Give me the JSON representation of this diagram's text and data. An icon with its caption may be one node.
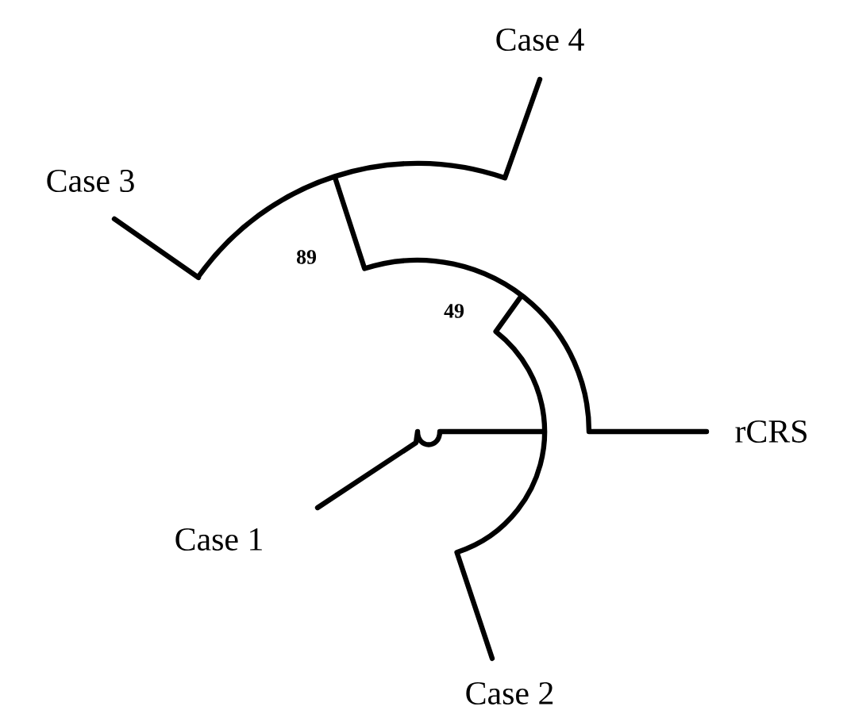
{
  "diagram": {
    "labels": [
      "Case 4",
      "Case 3",
      "89",
      "49",
      "rCRS",
      "Case 1",
      "Case 2"
    ]
  }
}
